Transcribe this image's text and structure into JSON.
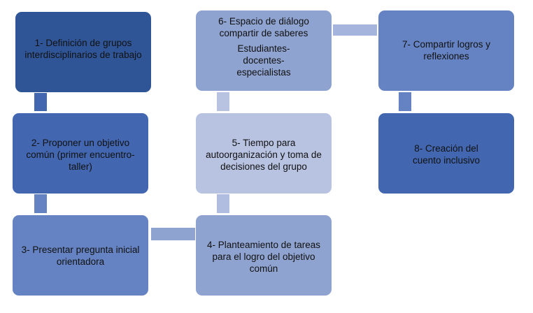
{
  "steps": [
    {
      "text": "1- Definición de grupos interdisciplinarios de trabajo",
      "color": "#2F5597"
    },
    {
      "text": "2- Proponer un objetivo común (primer encuentro-taller)",
      "color": "#4267B0"
    },
    {
      "text": "3- Presentar pregunta inicial orientadora",
      "color": "#6583C2"
    },
    {
      "text": "4- Planteamiento de tareas para el logro del objetivo común",
      "color": "#8FA3D0"
    },
    {
      "text": "5- Tiempo para autoorganización y toma de decisiones del grupo",
      "color": "#B8C3E2"
    },
    {
      "text": "6- Espacio de diálogo compartir de saberes",
      "subtext": "Estudiantes-docentes-especialistas",
      "color": "#8FA3D0"
    },
    {
      "text": "7- Compartir logros y reflexiones",
      "color": "#6583C2"
    },
    {
      "text": "8- Creación del cuento inclusivo",
      "color": "#4267B0"
    }
  ]
}
